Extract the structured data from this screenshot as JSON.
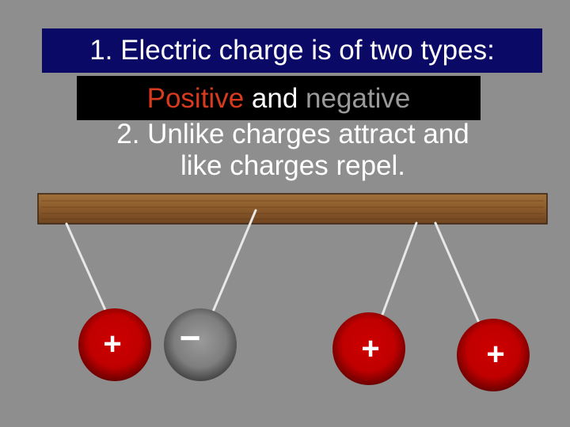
{
  "slide": {
    "title": "1. Electric charge is of two types:",
    "subtitle": {
      "word1": "Positive",
      "word2": "and",
      "word3": "negative"
    },
    "point2_line1": "2.  Unlike charges attract and",
    "point2_line2": "like charges repel."
  },
  "balls": [
    {
      "sign": "+",
      "charge": "positive"
    },
    {
      "sign": "−",
      "charge": "negative"
    },
    {
      "sign": "+",
      "charge": "positive"
    },
    {
      "sign": "+",
      "charge": "positive"
    }
  ],
  "colors": {
    "background": "#8e8e8e",
    "title_box": "#0a0a66",
    "positive_ball": "#cc0000",
    "negative_ball": "#8a8a8a",
    "wood": "#8b5a2b"
  }
}
